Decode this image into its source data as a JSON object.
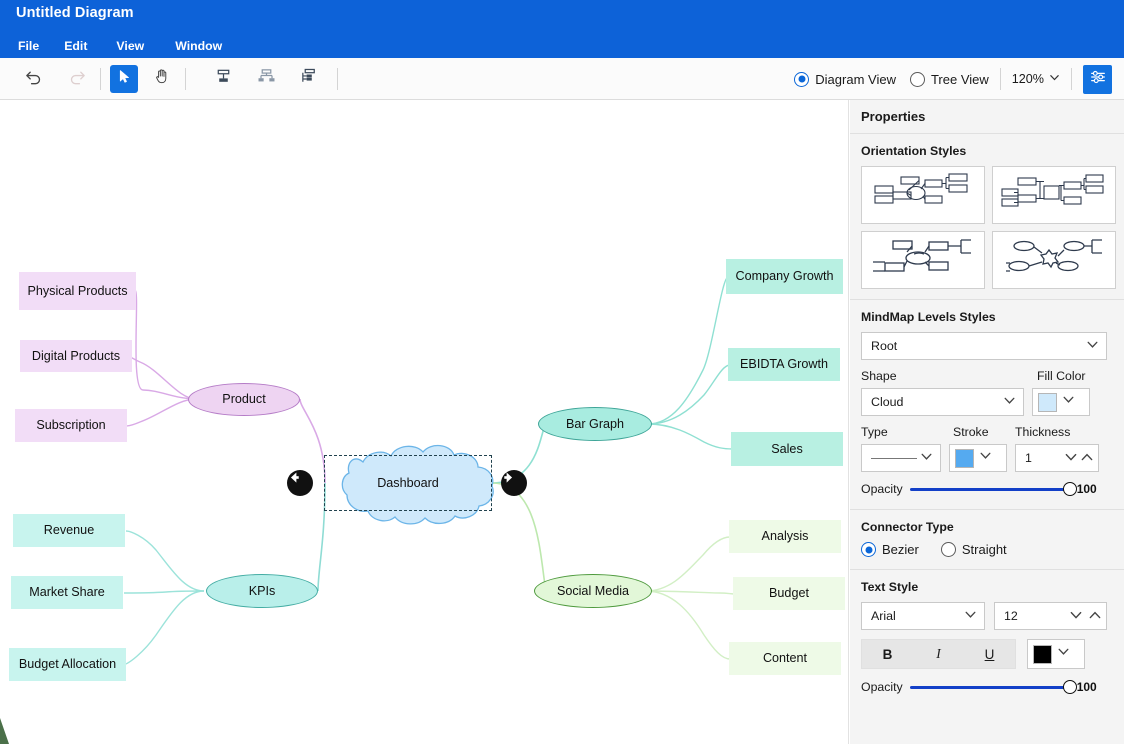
{
  "window": {
    "title": "Untitled Diagram",
    "menu": [
      "File",
      "Edit",
      "View",
      "Window"
    ]
  },
  "toolbar": {
    "undo_icon": "undo-icon",
    "redo_icon": "redo-icon",
    "select_icon": "pointer-icon",
    "pan_icon": "hand-icon",
    "layout1_icon": "layout-top-icon",
    "layout2_icon": "layout-hierarchy-icon",
    "layout3_icon": "layout-org-icon",
    "view_modes": [
      {
        "label": "Diagram View",
        "selected": true
      },
      {
        "label": "Tree View",
        "selected": false
      }
    ],
    "zoom_level": "120%",
    "properties_toggle_icon": "sliders-icon"
  },
  "panel": {
    "header": "Properties",
    "orientation": {
      "title": "Orientation Styles",
      "options": [
        "orientation-radial-rect",
        "orientation-horizontal-rect",
        "orientation-radial-compact",
        "orientation-radial-star"
      ]
    },
    "levels": {
      "title": "MindMap Levels Styles",
      "level_value": "Root",
      "shape_label": "Shape",
      "shape_value": "Cloud",
      "fill_label": "Fill Color",
      "fill_value": "#cfe9fb",
      "type_label": "Type",
      "type_value": "solid-line",
      "stroke_label": "Stroke",
      "stroke_value": "#55aaf0",
      "thickness_label": "Thickness",
      "thickness_value": "1",
      "opacity_label": "Opacity",
      "opacity_value": "100"
    },
    "connector": {
      "title": "Connector Type",
      "options": [
        {
          "label": "Bezier",
          "selected": true
        },
        {
          "label": "Straight",
          "selected": false
        }
      ]
    },
    "text_style": {
      "title": "Text Style",
      "font_family": "Arial",
      "font_size": "12",
      "bold_label": "B",
      "italic_label": "I",
      "underline_label": "U",
      "color_value": "#000000",
      "opacity_label": "Opacity",
      "opacity_value": "100"
    }
  },
  "diagram": {
    "root": {
      "label": "Dashboard",
      "shape": "cloud",
      "fill": "#cfe9fb",
      "stroke": "#55aaf0",
      "selected": true
    },
    "collapse_left_icon": "arrow-left-circle-icon",
    "collapse_right_icon": "arrow-right-circle-icon",
    "branches": [
      {
        "label": "Product",
        "fill": "#eed4f2",
        "stroke": "#b57cc7",
        "side": "left",
        "children": [
          {
            "label": "Physical Products",
            "fill": "#f2ddf7"
          },
          {
            "label": "Digital Products",
            "fill": "#f2ddf7"
          },
          {
            "label": "Subscription",
            "fill": "#f2ddf7"
          }
        ]
      },
      {
        "label": "KPIs",
        "fill": "#b9efea",
        "stroke": "#45ada4",
        "side": "left",
        "children": [
          {
            "label": "Revenue",
            "fill": "#c8f4ee"
          },
          {
            "label": "Market Share",
            "fill": "#c8f4ee"
          },
          {
            "label": "Budget Allocation",
            "fill": "#c8f4ee"
          }
        ]
      },
      {
        "label": "Bar Graph",
        "fill": "#a8ece0",
        "stroke": "#3fa598",
        "side": "right",
        "children": [
          {
            "label": "Company Growth",
            "fill": "#b8f0e2"
          },
          {
            "label": "EBIDTA Growth",
            "fill": "#b8f0e2"
          },
          {
            "label": "Sales",
            "fill": "#b8f0e2"
          }
        ]
      },
      {
        "label": "Social Media",
        "fill": "#e2f7d8",
        "stroke": "#4f9a3e",
        "side": "right",
        "children": [
          {
            "label": "Analysis",
            "fill": "#eefae7"
          },
          {
            "label": "Budget",
            "fill": "#eefae7"
          },
          {
            "label": "Content",
            "fill": "#eefae7"
          }
        ]
      }
    ]
  }
}
